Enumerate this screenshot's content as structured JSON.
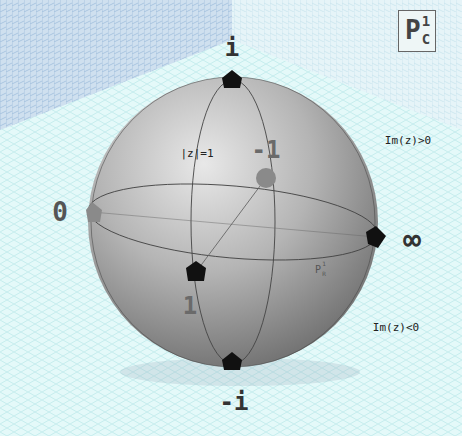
{
  "diagram": {
    "nodes": [
      {
        "text": [
          "P",
          "1",
          "C"
        ]
      }
    ],
    "labels": [
      "i",
      "-1",
      "0",
      "∞",
      "1",
      "-i",
      "|z|=1",
      "Im(z)>0",
      "Im(z)<0",
      "P",
      "1",
      "R"
    ]
  }
}
